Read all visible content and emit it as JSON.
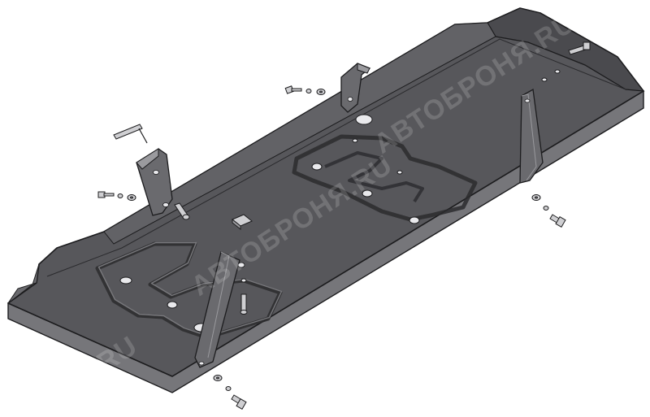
{
  "colors": {
    "background": "#ffffff",
    "plate_top": "#57575b",
    "plate_side": "#77777b",
    "plate_shadow": "#3f3f43",
    "outline": "#1c1c1e",
    "hardware": "#cfcfd2",
    "hardware_dark": "#8a8a8e"
  },
  "watermark": {
    "text_main": "АВТОБРОНЯ.RU",
    "text_tail": ".RU"
  },
  "parts": {
    "skid_plate": "skid-plate",
    "brackets": [
      "bracket-left",
      "bracket-top",
      "bracket-diagonal-left",
      "bracket-diagonal-right"
    ],
    "fasteners": [
      "bolt-top-left",
      "bolt-left",
      "bolt-right",
      "bolt-bottom",
      "bolt-far-right",
      "pin",
      "clip-nut"
    ]
  }
}
